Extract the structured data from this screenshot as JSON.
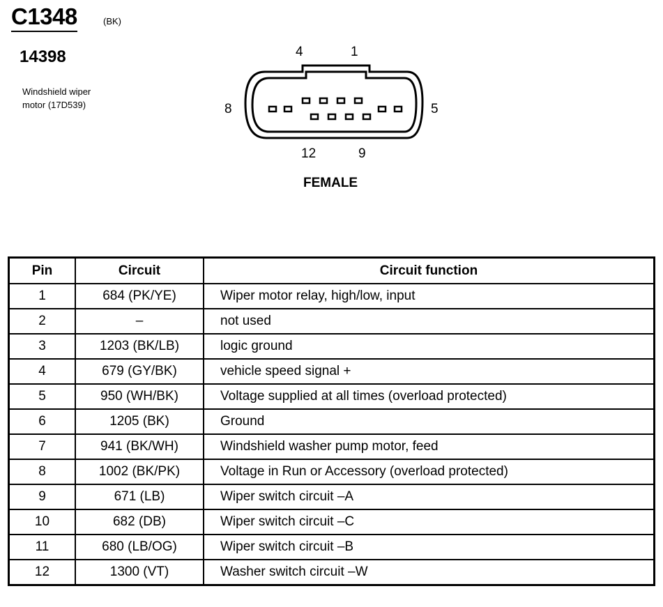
{
  "header": {
    "connector_id": "C1348",
    "connector_color": "(BK)",
    "component_id": "14398",
    "component_desc_line1": "Windshield wiper",
    "component_desc_line2": "motor (17D539)"
  },
  "diagram": {
    "pin_labels": {
      "top_left": "4",
      "top_right": "1",
      "left": "8",
      "right": "5",
      "bottom_left": "12",
      "bottom_right": "9"
    },
    "gender": "FEMALE"
  },
  "table": {
    "headers": [
      "Pin",
      "Circuit",
      "Circuit function"
    ],
    "rows": [
      {
        "pin": "1",
        "circuit": "684 (PK/YE)",
        "function": "Wiper motor relay, high/low, input"
      },
      {
        "pin": "2",
        "circuit": "–",
        "function": "not used"
      },
      {
        "pin": "3",
        "circuit": "1203 (BK/LB)",
        "function": "logic ground"
      },
      {
        "pin": "4",
        "circuit": "679 (GY/BK)",
        "function": "vehicle speed signal +"
      },
      {
        "pin": "5",
        "circuit": "950 (WH/BK)",
        "function": "Voltage supplied at all times (overload protected)"
      },
      {
        "pin": "6",
        "circuit": "1205 (BK)",
        "function": "Ground"
      },
      {
        "pin": "7",
        "circuit": "941 (BK/WH)",
        "function": "Windshield washer pump motor, feed"
      },
      {
        "pin": "8",
        "circuit": "1002 (BK/PK)",
        "function": "Voltage in Run or Accessory (overload protected)"
      },
      {
        "pin": "9",
        "circuit": "671 (LB)",
        "function": "Wiper switch circuit –A"
      },
      {
        "pin": "10",
        "circuit": "682 (DB)",
        "function": "Wiper switch circuit –C"
      },
      {
        "pin": "11",
        "circuit": "680 (LB/OG)",
        "function": "Wiper switch circuit –B"
      },
      {
        "pin": "12",
        "circuit": "1300 (VT)",
        "function": "Washer switch circuit –W"
      }
    ]
  }
}
